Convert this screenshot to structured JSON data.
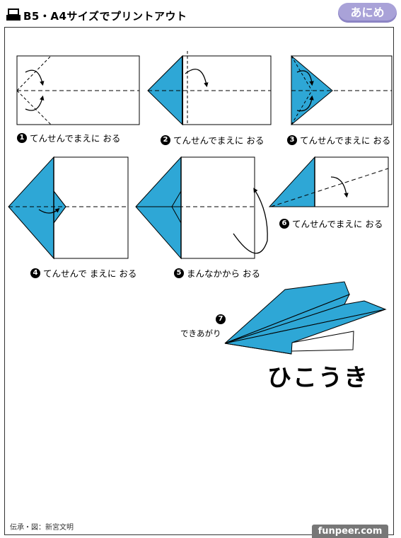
{
  "header": {
    "title": "B5・A4サイズでプリントアウト",
    "badge": "あにめ"
  },
  "colors": {
    "paper_blue": "#2ea7d6",
    "badge": "#a9a2d8"
  },
  "steps": [
    {
      "num": "1",
      "text": "てんせんでまえに おる"
    },
    {
      "num": "2",
      "text": "てんせんでまえに おる"
    },
    {
      "num": "3",
      "text": "てんせんでまえに おる"
    },
    {
      "num": "4",
      "text": "てんせんで まえに おる"
    },
    {
      "num": "5",
      "text": "まんなかから おる"
    },
    {
      "num": "6",
      "text": "てんせんでまえに おる"
    },
    {
      "num": "7",
      "text": "できあがり"
    }
  ],
  "result_title": "ひこうき",
  "credit": "伝承・図：新宮文明",
  "site": "funpeer.com"
}
